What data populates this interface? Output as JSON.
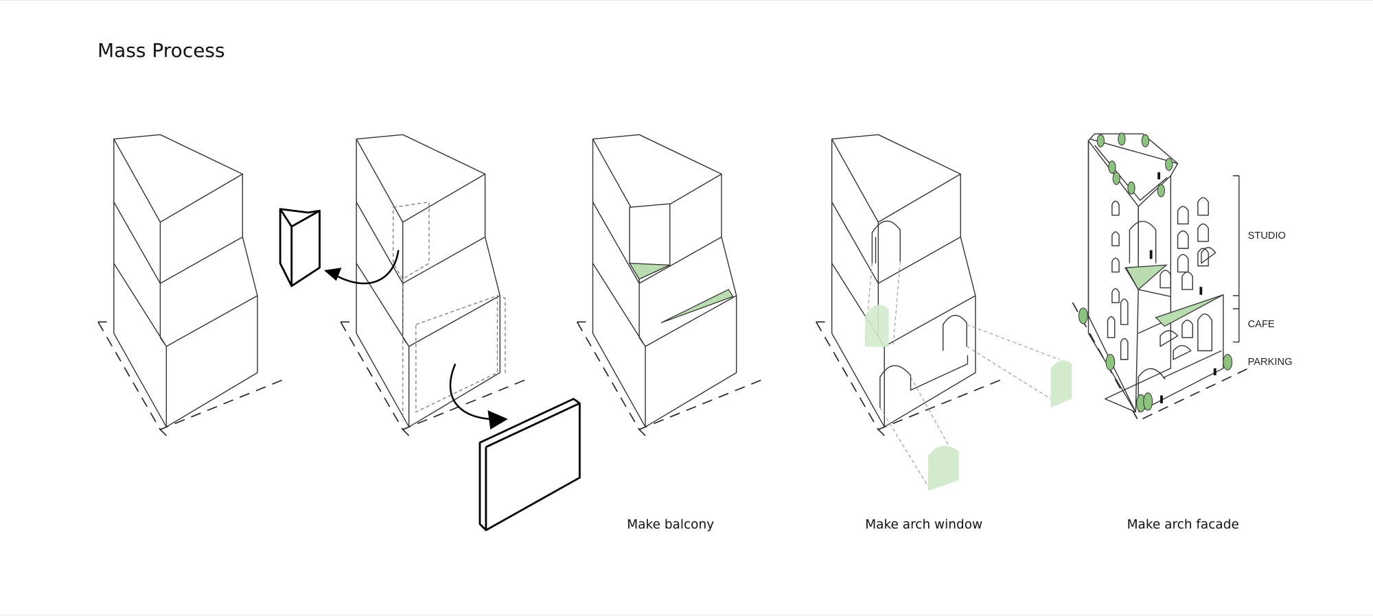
{
  "title": "Mass Process",
  "steps": [
    {
      "label": ""
    },
    {
      "label": ""
    },
    {
      "label": "Make balcony"
    },
    {
      "label": "Make arch window"
    },
    {
      "label": "Make arch facade"
    }
  ],
  "program_labels": {
    "studio": "STUDIO",
    "cafe": "CAFE",
    "parking": "PARKING"
  },
  "colors": {
    "green": "#b9dcb1",
    "green_dark": "#8cc47f",
    "line": "#333333"
  }
}
